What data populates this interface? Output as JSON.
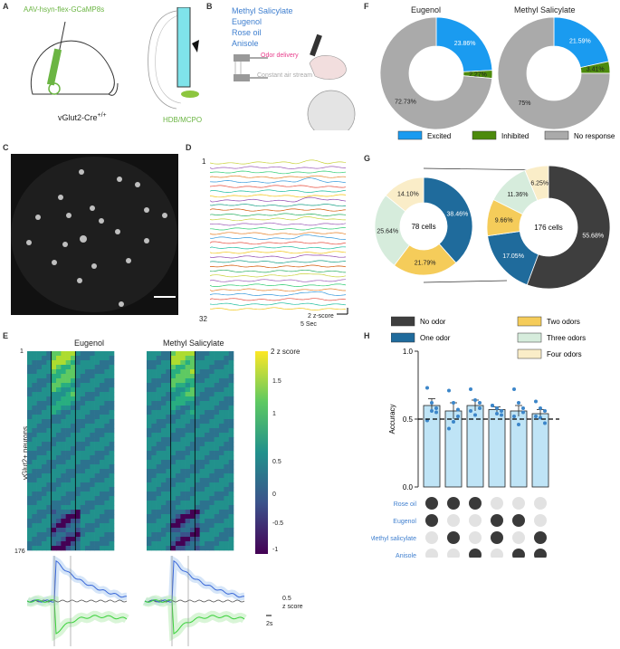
{
  "panels": {
    "A": "A",
    "B": "B",
    "C": "C",
    "D": "D",
    "E": "E",
    "F": "F",
    "G": "G",
    "H": "H"
  },
  "panelA": {
    "virus": "AAV-hsyn-flex-GCaMP8s",
    "mouse": "vGlut2-Cre",
    "mouse_sup": "+/+",
    "region": "HDB/MCPO"
  },
  "panelB": {
    "odors": [
      "Methyl Salicylate",
      "Eugenol",
      "Rose oil",
      "Anisole"
    ],
    "odor_delivery": "Odor delivery",
    "constant_air": "Constant air stream"
  },
  "panelD": {
    "top_index": "1",
    "bottom_index": "32",
    "scale_y": "2 z-score",
    "scale_x": "5 Sec",
    "colors": [
      "#c8d23a",
      "#9b59b6",
      "#2ecc71",
      "#e67e22",
      "#3498db",
      "#e74c3c",
      "#1abc9c",
      "#f1c40f",
      "#8e44ad",
      "#16a085",
      "#d35400",
      "#27ae60"
    ]
  },
  "panelE": {
    "title_left": "Eugenol",
    "title_right": "Methyl Salicylate",
    "ylabel": "vGlut2+ neurons",
    "row_top": "1",
    "row_bottom": "176",
    "colorbar_title": "z score",
    "colorbar_ticks": [
      "2",
      "1.5",
      "1",
      "0.5",
      "0",
      "-0.5",
      "-1"
    ],
    "scale_y_value": "0.5",
    "scale_y_unit": "z score",
    "scale_x": "2s"
  },
  "chart_data": [
    {
      "type": "pie",
      "title": "Eugenol",
      "labels": [
        "Excited",
        "Inhibited",
        "No response"
      ],
      "values": [
        23.86,
        2.27,
        72.73
      ],
      "value_labels": [
        "23.86%",
        "2.27%",
        "72.73%"
      ],
      "colors": [
        "#1a9bf0",
        "#4c8a0c",
        "#aaaaaa"
      ]
    },
    {
      "type": "pie",
      "title": "Methyl Salicylate",
      "labels": [
        "Excited",
        "Inhibited",
        "No response"
      ],
      "values": [
        21.59,
        3.41,
        75
      ],
      "value_labels": [
        "21.59%",
        "3.41%",
        "75%"
      ],
      "colors": [
        "#1a9bf0",
        "#4c8a0c",
        "#aaaaaa"
      ]
    },
    {
      "type": "pie",
      "title": "",
      "center_label": "78 cells",
      "labels": [
        "One odor",
        "Two odors",
        "Three odors",
        "Four odors"
      ],
      "values": [
        38.46,
        21.79,
        25.64,
        14.1
      ],
      "value_labels": [
        "38.46%",
        "21.79%",
        "25.64%",
        "14.10%"
      ],
      "colors": [
        "#1f6b9c",
        "#f5cc5a",
        "#d6ecdc",
        "#faedc8"
      ]
    },
    {
      "type": "pie",
      "title": "",
      "center_label": "176 cells",
      "labels": [
        "No odor",
        "One odor",
        "Two odors",
        "Three odors",
        "Four odors"
      ],
      "values": [
        55.68,
        17.05,
        9.66,
        11.36,
        6.25
      ],
      "value_labels": [
        "55.68%",
        "17.05%",
        "9.66%",
        "11.36%",
        "6.25%"
      ],
      "colors": [
        "#3e3e3e",
        "#1f6b9c",
        "#f5cc5a",
        "#d6ecdc",
        "#faedc8"
      ]
    },
    {
      "type": "bar",
      "title": "",
      "ylabel": "Accuracy",
      "ylim": [
        0,
        1
      ],
      "yticks": [
        "0.0",
        "0.5",
        "1.0"
      ],
      "chance": 0.5,
      "values": [
        0.6,
        0.56,
        0.6,
        0.57,
        0.56,
        0.54
      ],
      "errors": [
        0.05,
        0.06,
        0.04,
        0.02,
        0.04,
        0.03
      ],
      "points": [
        [
          0.73,
          0.62,
          0.58,
          0.49,
          0.56,
          0.55
        ],
        [
          0.71,
          0.62,
          0.52,
          0.43,
          0.48,
          0.57
        ],
        [
          0.72,
          0.64,
          0.62,
          0.56,
          0.53,
          0.58
        ],
        [
          0.6,
          0.58,
          0.56,
          0.6,
          0.54,
          0.53
        ],
        [
          0.72,
          0.62,
          0.58,
          0.52,
          0.46,
          0.55
        ],
        [
          0.63,
          0.58,
          0.56,
          0.52,
          0.51,
          0.47
        ]
      ],
      "matrix_labels": [
        "Rose oil",
        "Eugenol",
        "Methyl salicylate",
        "Anisole"
      ],
      "matrix": [
        [
          1,
          1,
          1,
          0,
          0,
          0
        ],
        [
          1,
          0,
          0,
          1,
          1,
          0
        ],
        [
          0,
          1,
          0,
          1,
          0,
          1
        ],
        [
          0,
          0,
          1,
          0,
          1,
          1
        ]
      ]
    }
  ],
  "legendF": [
    {
      "label": "Excited",
      "color": "#1a9bf0"
    },
    {
      "label": "Inhibited",
      "color": "#4c8a0c"
    },
    {
      "label": "No response",
      "color": "#aaaaaa"
    }
  ],
  "legendG": [
    {
      "label": "No odor",
      "color": "#3e3e3e"
    },
    {
      "label": "One odor",
      "color": "#1f6b9c"
    },
    {
      "label": "Two odors",
      "color": "#f5cc5a"
    },
    {
      "label": "Three odors",
      "color": "#d6ecdc"
    },
    {
      "label": "Four odors",
      "color": "#faedc8"
    }
  ]
}
